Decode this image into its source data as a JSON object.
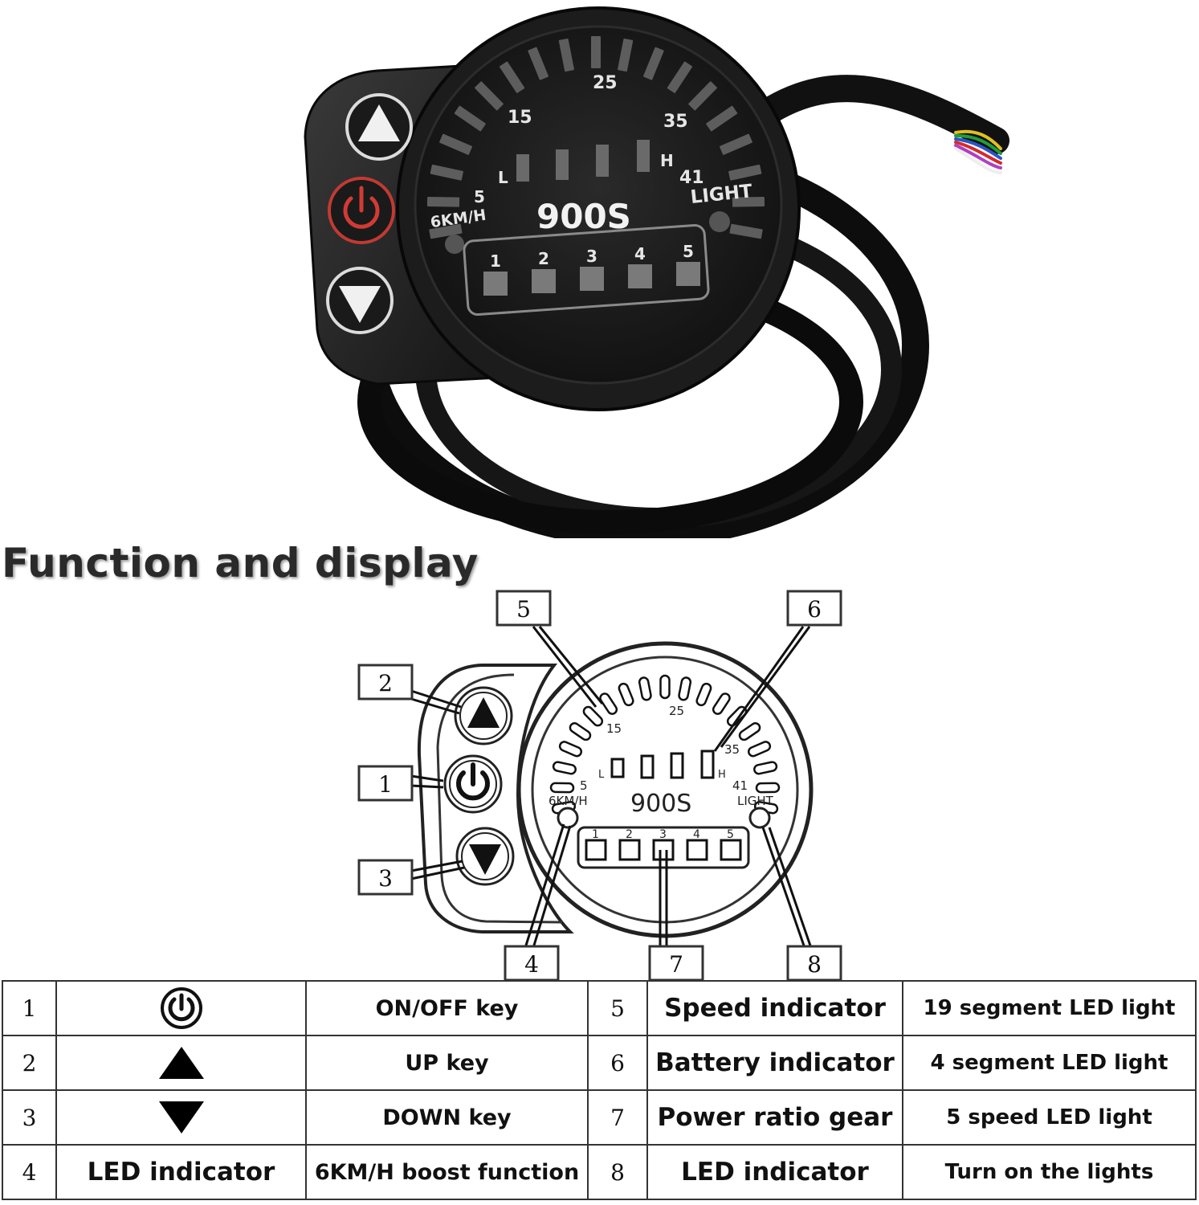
{
  "photo": {
    "dial_numbers": [
      "5",
      "15",
      "25",
      "35",
      "41"
    ],
    "unit_label": "6KM/H",
    "light_label": "LIGHT",
    "model": "900S",
    "battery_low": "L",
    "battery_high": "H",
    "gears": [
      "1",
      "2",
      "3",
      "4",
      "5"
    ],
    "wire_colors": [
      "#e0c020",
      "#1f9d3a",
      "#2a55c8",
      "#d42b2b",
      "#b040c0",
      "#eeeeee"
    ]
  },
  "section_title": "Function and display",
  "diagram": {
    "dial_numbers": [
      "5",
      "15",
      "25",
      "35",
      "41"
    ],
    "unit_label": "6KM/H",
    "light_label": "LIGHT",
    "model": "900S",
    "battery_low": "L",
    "battery_high": "H",
    "gears": [
      "1",
      "2",
      "3",
      "4",
      "5"
    ],
    "callouts": [
      "1",
      "2",
      "3",
      "4",
      "5",
      "6",
      "7",
      "8"
    ]
  },
  "table": {
    "rows": [
      {
        "n1": "1",
        "icon": "power-icon",
        "f1": "ON/OFF key",
        "n2": "5",
        "name2": "Speed indicator",
        "desc2": "19 segment LED light"
      },
      {
        "n1": "2",
        "icon": "up-triangle-icon",
        "f1": "UP key",
        "n2": "6",
        "name2": "Battery indicator",
        "desc2": "4 segment LED light"
      },
      {
        "n1": "3",
        "icon": "down-triangle-icon",
        "f1": "DOWN key",
        "n2": "7",
        "name2": "Power ratio gear",
        "desc2": "5 speed LED light"
      },
      {
        "n1": "4",
        "label1": "LED indicator",
        "f1": "6KM/H boost function",
        "n2": "8",
        "name2": "LED indicator",
        "desc2": "Turn on the lights"
      }
    ]
  }
}
